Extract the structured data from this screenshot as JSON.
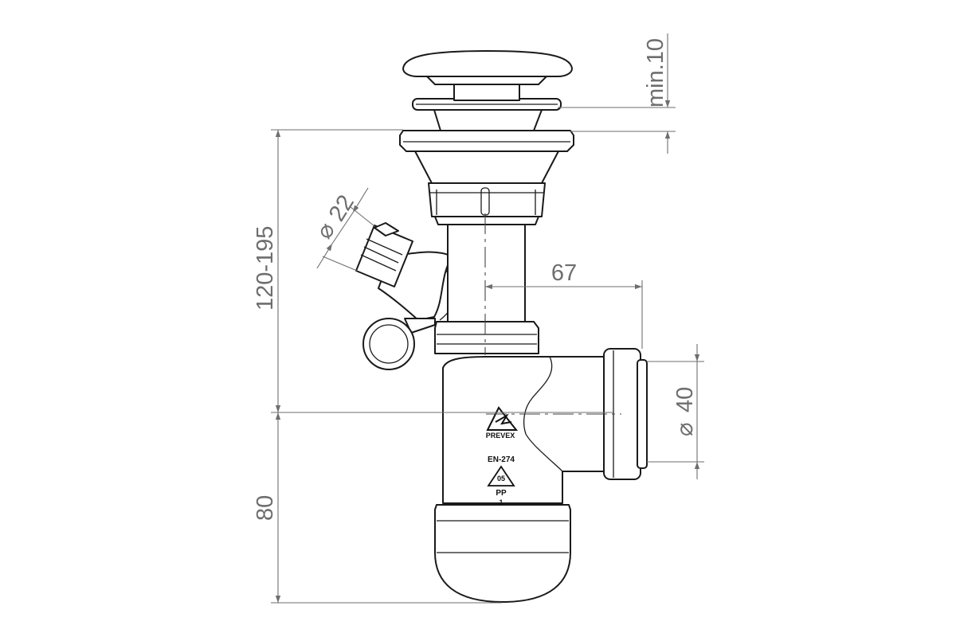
{
  "dimensions": {
    "min_clearance": "min.10",
    "height_range": "120-195",
    "inlet_diameter": "22",
    "outlet_offset": "67",
    "outlet_diameter": "40",
    "trap_height": "80",
    "diameter_symbol": "⌀"
  },
  "markings": {
    "brand": "PREVEX",
    "standard": "EN-274",
    "recycle_code": "05",
    "material": "PP",
    "class": "1"
  },
  "colors": {
    "outline": "#1a1a1a",
    "dimension": "#6e6e6e"
  }
}
